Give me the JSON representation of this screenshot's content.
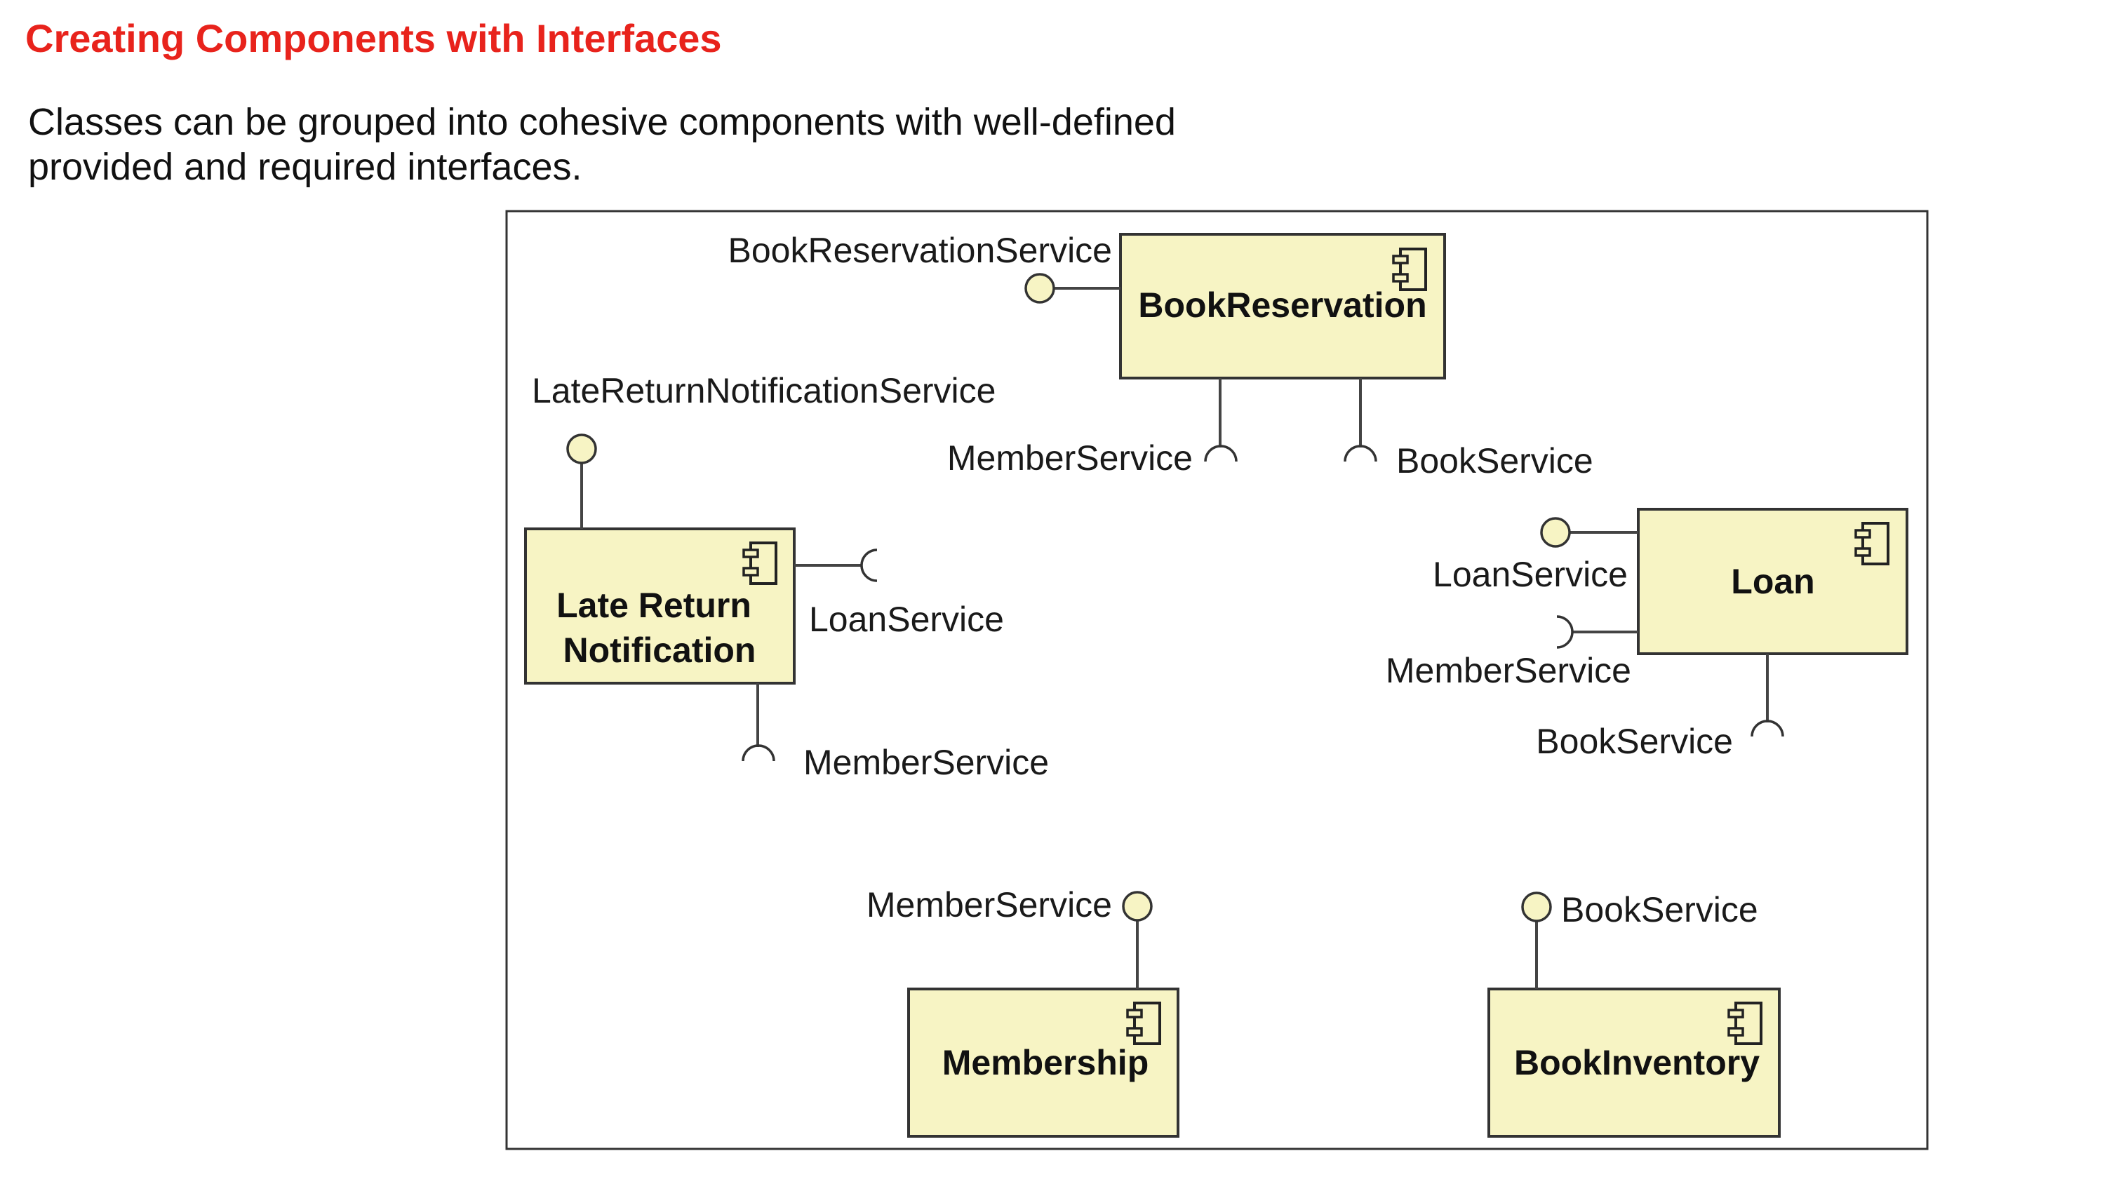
{
  "slide": {
    "title": "Creating Components with Interfaces",
    "intro_line1": "Classes can be grouped into cohesive components with well-defined",
    "intro_line2": "provided and required interfaces."
  },
  "colors": {
    "title": "#e8231c",
    "component_fill": "#f7f4c4",
    "stroke": "#333333"
  },
  "icons": {
    "component": "component-icon",
    "provided_interface": "lollipop-icon",
    "required_interface": "socket-icon"
  },
  "diagram": {
    "components": {
      "book_reservation": "BookReservation",
      "late_return_line1": "Late Return",
      "late_return_line2": "Notification",
      "loan": "Loan",
      "membership": "Membership",
      "book_inventory": "BookInventory"
    },
    "interfaces": {
      "book_reservation_service": "BookReservationService",
      "br_member_service": "MemberService",
      "br_book_service": "BookService",
      "late_return_notification_service": "LateReturnNotificationService",
      "lrn_loan_service": "LoanService",
      "lrn_member_service": "MemberService",
      "loan_loan_service": "LoanService",
      "loan_member_service": "MemberService",
      "loan_book_service": "BookService",
      "membership_member_service": "MemberService",
      "inventory_book_service": "BookService"
    }
  }
}
